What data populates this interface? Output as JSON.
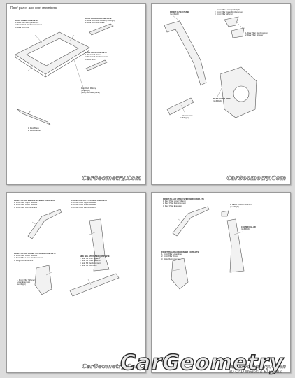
{
  "page1": {
    "header": "Roof panel and roof members",
    "callouts": [
      {
        "title": "ROOF PANEL COMPLETE",
        "lines": "1. Roof Rail Joint (Left/Right)\n2. Front Roof Rail Reinforcement\n3. Rear Roof Rail"
      },
      {
        "title": "REAR ROOF RAIL COMPLETE",
        "lines": "1. Rear Roof Rail Gusset (Left/Right)\n2. Rear Roof Rail Brace"
      },
      {
        "title": "ROOF ARCH COMPLETE",
        "lines": "1. Roof Arch Brace\n2. Roof Arch Reinforcement\n3. Roof Arch"
      },
      {
        "title": "",
        "lines": "Roof Ditch Molding\n(Left/Right)\n(Body side/outer panel)"
      },
      {
        "title": "",
        "lines": "1. Roof Brace\n2. Roof Bracket"
      }
    ],
    "watermark": "CarGeometry.Com"
  },
  "page2": {
    "callouts": [
      {
        "title": "FRONT OUTER PANEL",
        "lines": "(Left/Right)"
      },
      {
        "title": "",
        "lines": "1. Front Pillar Lower (Left/Right)\n2. Front Pillar Upper Reinforcement\n3. Front Pillar Stiffener"
      },
      {
        "title": "",
        "lines": "1. Rear Pillar Reinforcement\n2. Rear Pillar Stiffener"
      },
      {
        "title": "REAR OUTER PANEL",
        "lines": "(Left/Right)"
      },
      {
        "title": "",
        "lines": "1. Sill Extension\n(Left/Right)"
      }
    ],
    "watermark": "CarGeometry.Com"
  },
  "page3": {
    "callouts": [
      {
        "title": "FRONT PILLAR INNER STIFFENER COMPLETE",
        "lines": "1. Front Pillar Upper Stiffener\n2. Front Pillar Lower Stiffener\n3. Front Pillar Reinforcement"
      },
      {
        "title": "CENTER PILLAR STIFFENER COMPLETE",
        "lines": "1. Center Pillar Upper Stiffener\n2. Center Pillar Lower Stiffener\n3. Center Pillar Reinforcement"
      },
      {
        "title": "FRONT PILLAR LOWER STIFFENER COMPLETE",
        "lines": "1. Front Pillar Lower Stiffener\n2. Front Pillar Lower Reinforcement\n3. Hinge Reinforcement"
      },
      {
        "title": "SIDE SILL STIFFENER COMPLETE",
        "lines": "1. Side Sill Inner Stiffener\n2. Side Sill Outer Stiffener\n3. Side Sill Reinforcement\n4. Side Sill Extension"
      },
      {
        "title": "",
        "lines": "1. Front Pillar Stiffener\nLower Extension\n(Left/Right)"
      }
    ],
    "watermark": "CarGeometry.Com"
  },
  "page4": {
    "callouts": [
      {
        "title": "FRONT PILLAR UPPER STIFFENER COMPLETE",
        "lines": "1. Rear Pillar Upper Stiffener\n2. Rear Pillar Reinforcement\n3. Rear Pillar Extension"
      },
      {
        "title": "",
        "lines": "1. REAR PILLAR GUSSET\n(Left/Right)"
      },
      {
        "title": "CENTER PILLAR",
        "lines": "(Left/Right)"
      },
      {
        "title": "FRONT PILLAR LOWER INNER COMPLETE",
        "lines": "1. Front Pillar Lower Inner\n2. Front Pillar Brace\n3. Hinge Reinforcement"
      }
    ],
    "watermark": "CarGeometry.Com"
  },
  "brand": {
    "name": "CarGeometry",
    "subtitle": "3D CAD Models & Blueprints"
  }
}
